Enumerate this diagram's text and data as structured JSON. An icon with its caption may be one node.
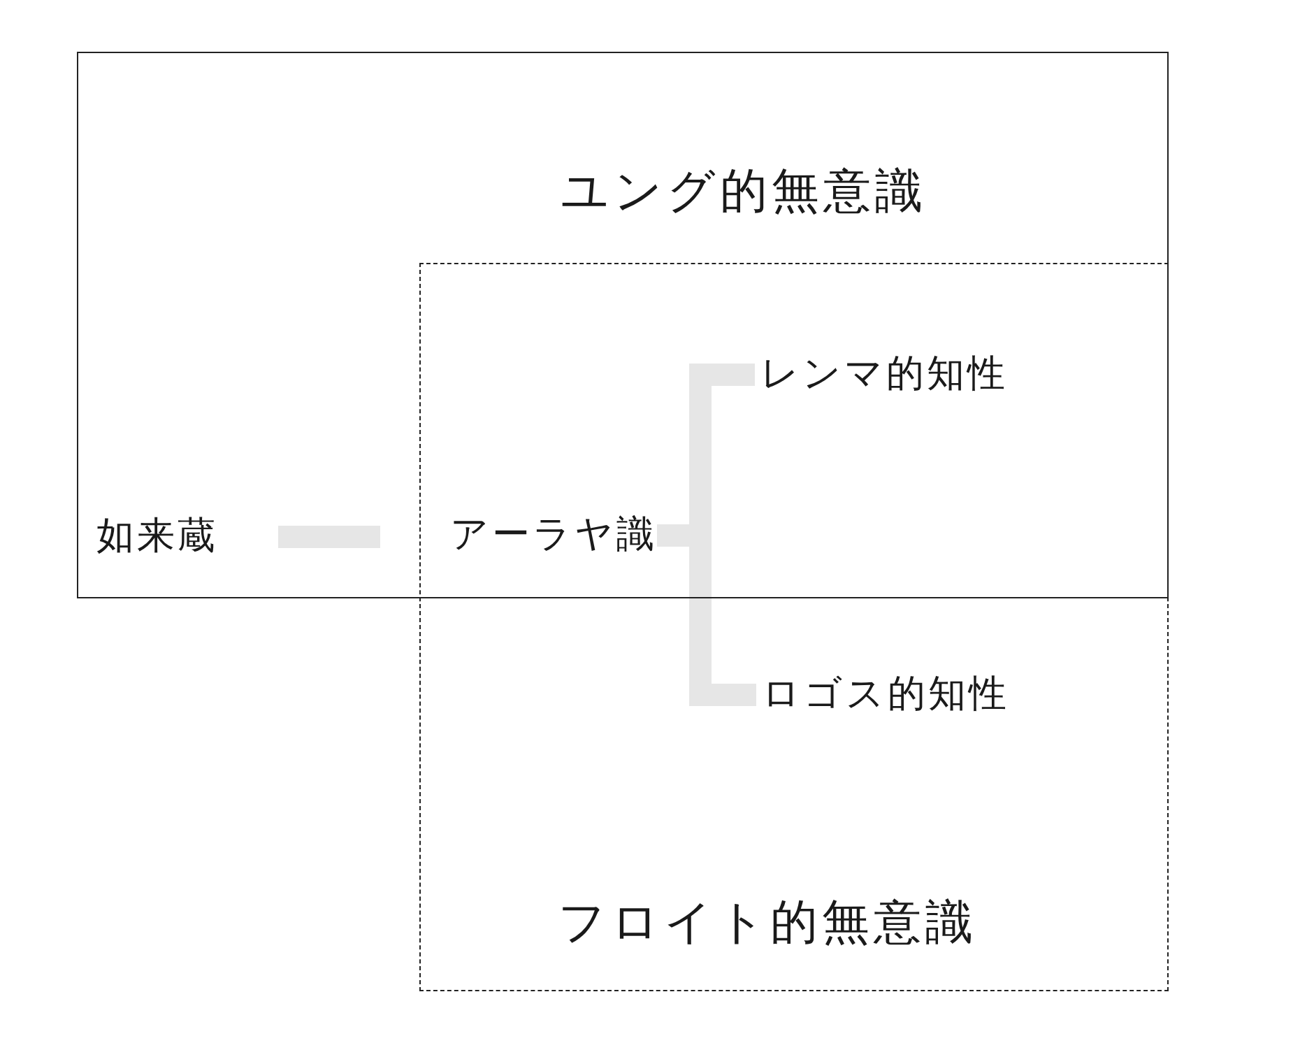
{
  "diagram": {
    "nodes": [
      {
        "text": [
          "ユング的無意識"
        ]
      },
      {
        "text": [
          "フロイト的無意識"
        ]
      },
      {
        "text": [
          "如来蔵"
        ],
        "in": 0
      },
      {
        "text": [
          "アーラヤ識"
        ]
      },
      {
        "text": [
          "レンマ的知性"
        ]
      },
      {
        "text": [
          "ロゴス的知性"
        ],
        "in": 1
      }
    ],
    "edges": [
      {
        "from": 2,
        "to": 3,
        "arrow": "none"
      },
      {
        "from": 3,
        "to": 4,
        "arrow": "none"
      },
      {
        "from": 3,
        "to": 5,
        "arrow": "none"
      }
    ]
  }
}
